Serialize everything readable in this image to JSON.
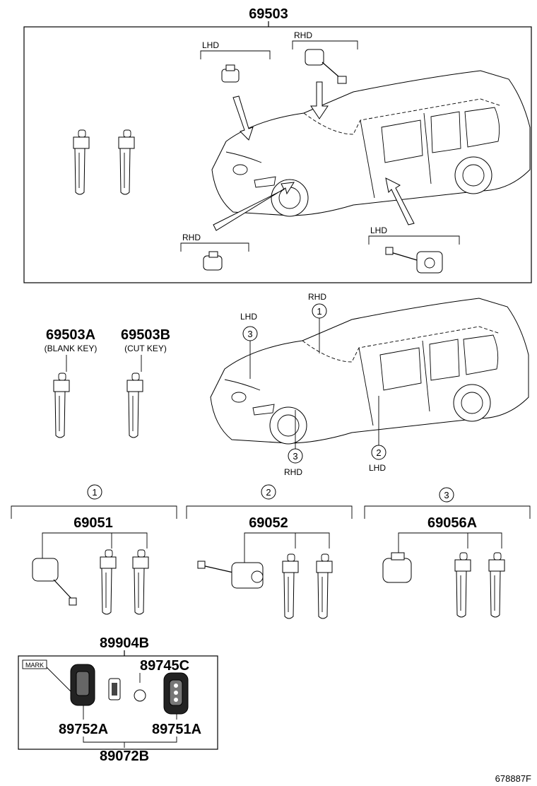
{
  "top_group": {
    "part_number": "69503",
    "lhd_top": "LHD",
    "rhd_top": "RHD",
    "rhd_bottom": "RHD",
    "lhd_bottom": "LHD"
  },
  "keys": {
    "blank_number": "69503A",
    "blank_desc": "(BLANK KEY)",
    "cut_number": "69503B",
    "cut_desc": "(CUT KEY)"
  },
  "car2": {
    "rhd_1": "RHD",
    "lhd_3": "LHD",
    "rhd_3": "RHD",
    "lhd_2": "LHD",
    "callout_1": "1",
    "callout_2": "2",
    "callout_3": "3",
    "callout_3b": "3"
  },
  "sets": [
    {
      "callout": "1",
      "part_number": "69051"
    },
    {
      "callout": "2",
      "part_number": "69052"
    },
    {
      "callout": "3",
      "part_number": "69056A"
    }
  ],
  "fob": {
    "assembly_number": "89904B",
    "battery_number": "89745C",
    "mark_label": "MARK",
    "case_number": "89752A",
    "cover_number": "89751A",
    "sub_number": "89072B"
  },
  "footer": {
    "drawing_code": "678887F"
  }
}
